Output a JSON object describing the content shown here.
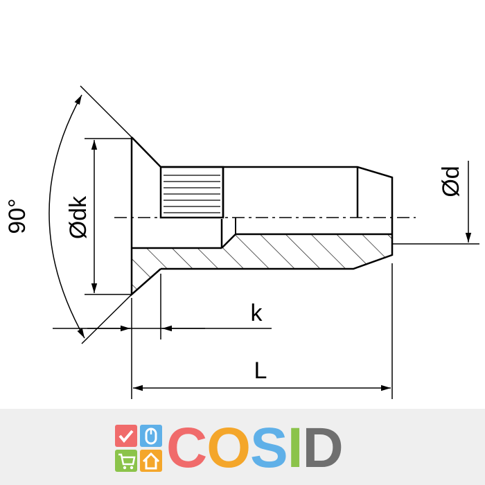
{
  "labels": {
    "angle": "90°",
    "head_diameter": "Ødk",
    "diameter": "Ød",
    "head_height": "k",
    "length": "L"
  },
  "brand": {
    "letters": [
      "C",
      "O",
      "S",
      "I",
      "D"
    ],
    "letter_colors": [
      "#f06b6b",
      "#f4a62a",
      "#5fb0e8",
      "#8bc34a",
      "#6f6f6f"
    ],
    "icon_colors": [
      "#f06b6b",
      "#5fb0e8",
      "#8bc34a",
      "#f4a62a"
    ],
    "icon_names": [
      "check-icon",
      "mouse-icon",
      "cart-icon",
      "house-icon"
    ]
  }
}
